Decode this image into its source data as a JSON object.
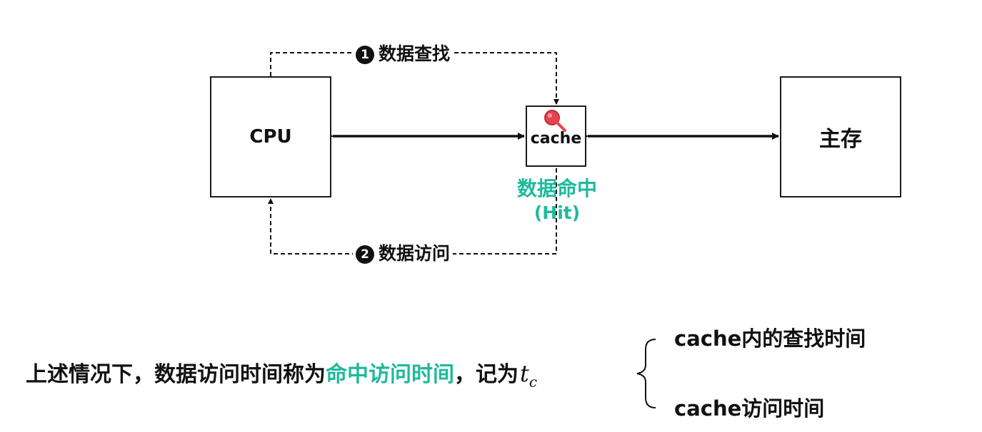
{
  "nodes": {
    "cpu": "CPU",
    "cache": "cache",
    "memory": "主存"
  },
  "flows": {
    "step1_number": "1",
    "step1_label": "数据查找",
    "step2_number": "2",
    "step2_label": "数据访问"
  },
  "hit": {
    "title": "数据命中",
    "subtitle": "(Hit)"
  },
  "summary": {
    "prefix": "上述情况下，数据访问时间称为",
    "highlight": "命中访问时间",
    "suffix": "，记为",
    "var_base": "t",
    "var_sub": "c"
  },
  "components": [
    "cache内的查找时间",
    "cache访问时间"
  ],
  "colors": {
    "accent": "#1fb99c",
    "magnifier": "#e8424f"
  }
}
